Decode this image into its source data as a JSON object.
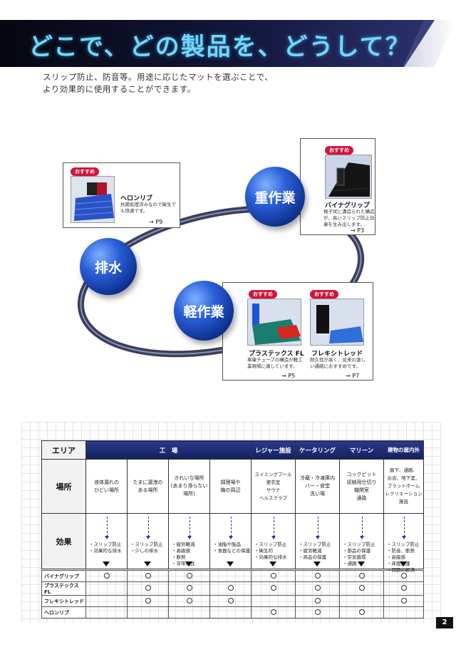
{
  "header": {
    "title": "どこで、どの製品を、どうして？",
    "intro_line1": "スリップ防止、防音等。用途に応じたマットを選ぶことで、",
    "intro_line2": "より効果的に使用することができます。"
  },
  "diagram": {
    "balls": {
      "heavy": "重作業",
      "drain": "排水",
      "light": "軽作業"
    },
    "recommend_tag": "おすすめ",
    "cards": {
      "heron": {
        "name": "ヘロンリブ",
        "desc": "抗菌処理済みなので衛生でも快適です。",
        "page": "→ P9"
      },
      "vinagrip": {
        "name": "バイナグリップ",
        "desc": "格子状に溝造られた構造が、高いスリップ防止効果を生み出します。",
        "page": "→ P3"
      },
      "plastex": {
        "name": "プラステックス FL",
        "desc": "車庫チューブの構造が軽工業現場に適しています。",
        "page": "→ P5"
      },
      "flexi": {
        "name": "フレキシトレッド",
        "desc": "耐久性が高く、往来の激しい通路におすすめです。",
        "page": "→ P7"
      }
    }
  },
  "table": {
    "area_label": "エリア",
    "place_label": "場所",
    "effect_label": "効果",
    "factory_label": "工　場",
    "areas": [
      "レジャー施設",
      "ケータリング",
      "マリーン",
      "建物の屋内外"
    ],
    "places": [
      "液体漏れの\nひどい場所",
      "たまに漏洩の\nある場所",
      "きれいな場所\n(あまり滑らない\n場所)",
      "調理場や\n機の周辺",
      "スイミングプール\n更衣室\nサウナ\nヘルスクラブ",
      "冷蔵・冷凍庫内\nバー・食堂\n洗い場",
      "コックピット\n収納用仕切り\n機関室\n通路",
      "廊下、通路、\nお店、地下室、\nプラットホーム\nレクリエーション施設"
    ],
    "effects": [
      "・スリップ防止\n・効果的な排水",
      "・スリップ防止\n・少しの排水",
      "・疲労軽減\n・高級感\n・断熱\n・非帯電性",
      "・油脂や脂品\n・食器などの保護",
      "・スリップ防止\n・衛生的\n・効果的な排水",
      "・スリップ防止\n・疲労軽減\n・商品の保護",
      "・スリップ防止\n・部品の保護\n・空気循環\n・通路",
      "・スリップ防止\n・防音、断熱\n・高級感\n・床面保護\n・問題の解決"
    ],
    "products": [
      {
        "name": "バイナグリップ",
        "marks": [
          true,
          true,
          true,
          false,
          true,
          true,
          true,
          true
        ]
      },
      {
        "name": "プラステックス FL",
        "marks": [
          false,
          true,
          true,
          true,
          true,
          true,
          true,
          true
        ]
      },
      {
        "name": "フレキシトレッド",
        "marks": [
          false,
          true,
          true,
          true,
          false,
          true,
          false,
          true
        ]
      },
      {
        "name": "ヘロンリブ",
        "marks": [
          false,
          false,
          false,
          false,
          true,
          true,
          true,
          false
        ]
      }
    ],
    "mark_symbol": "○"
  },
  "page_number": "2"
}
